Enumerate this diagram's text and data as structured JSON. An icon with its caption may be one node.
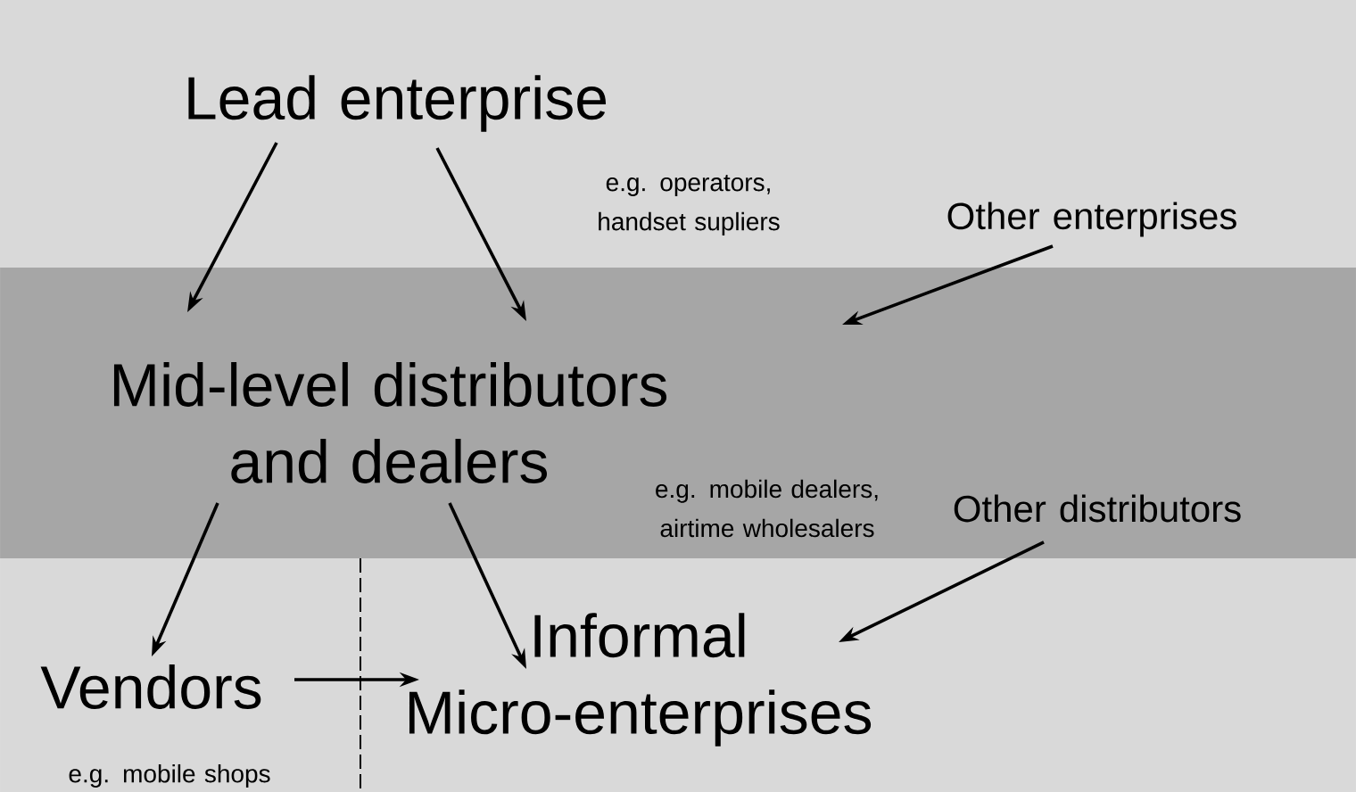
{
  "diagram": {
    "nodes": [
      {
        "text": [
          "Lead enterprise"
        ],
        "beside": [
          "e.g. operators, handset supliers"
        ]
      },
      {
        "text": [
          "Other enterprises"
        ]
      },
      {
        "text": [
          "Mid-level distributors and dealers"
        ],
        "beside": [
          "e.g. mobile dealers, airtime wholesalers"
        ]
      },
      {
        "text": [
          "Other distributors"
        ]
      },
      {
        "text": [
          "Vendors"
        ],
        "beside": [
          "e.g. mobile shops"
        ]
      },
      {
        "text": [
          "Informal Micro-enterprises"
        ]
      }
    ],
    "edges": [
      {
        "from": 0,
        "to": 2,
        "arrow": "to"
      },
      {
        "from": 0,
        "to": 2,
        "arrow": "to"
      },
      {
        "from": 1,
        "to": 2,
        "arrow": "to"
      },
      {
        "from": 2,
        "to": 4,
        "arrow": "to"
      },
      {
        "from": 2,
        "to": 5,
        "arrow": "to"
      },
      {
        "from": 3,
        "to": 5,
        "arrow": "to"
      },
      {
        "from": 4,
        "to": 5,
        "arrow": "to"
      }
    ]
  }
}
